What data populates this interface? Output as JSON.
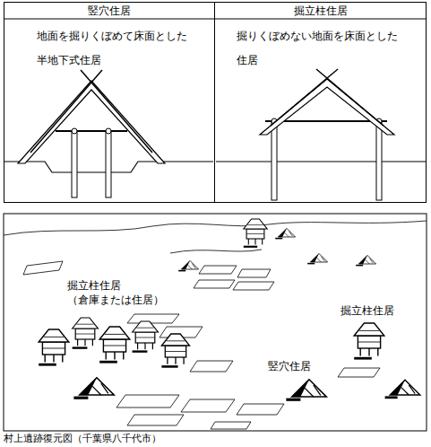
{
  "diagram": {
    "nodes": [
      {
        "text": [
          "竪穴住居",
          "地面を掘りくぼめて床面とした 半地下式住居"
        ]
      },
      {
        "text": [
          "掘立柱住居",
          "掘りくぼめない地面を床面とした 住居"
        ]
      }
    ],
    "labels": [
      "掘立柱住居 （倉庫または住居）",
      "掘立柱住居",
      "竪穴住居"
    ],
    "caption": "村上遺跡復元図（千葉県八千代市）"
  }
}
